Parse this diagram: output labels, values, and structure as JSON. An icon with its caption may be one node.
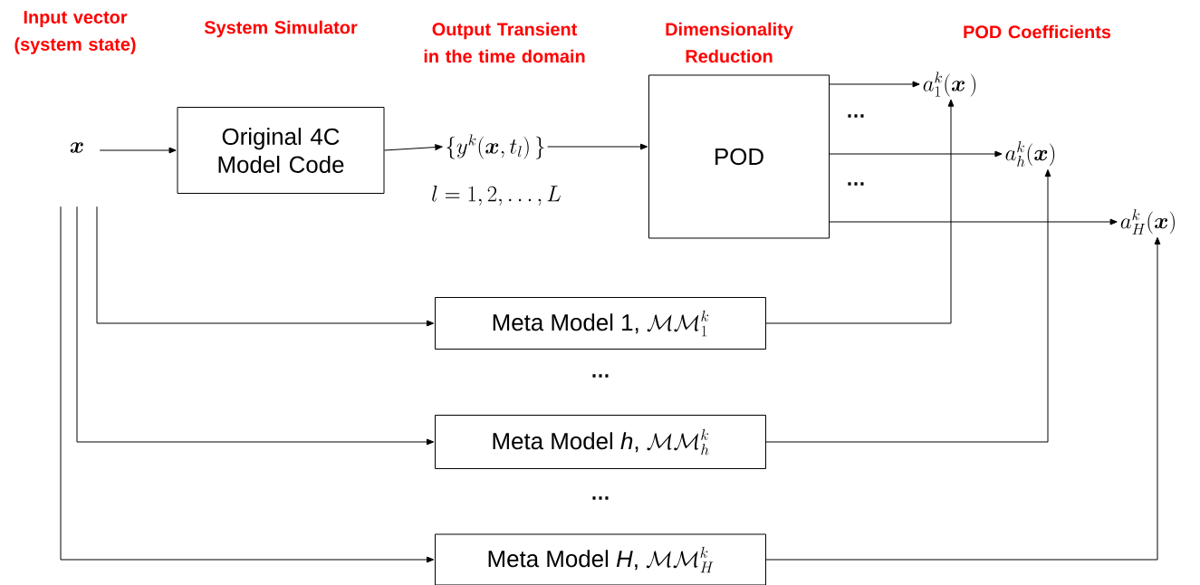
{
  "diagram": {
    "nodes": [
      {
        "text": [
          "\\boldsymbol{x}"
        ]
      },
      {
        "text": [
          "Original 4C Model Code"
        ]
      },
      {
        "text": [
          "\\{y^{k}(\\boldsymbol{x},t_{l})\\,\\}"
        ],
        "beside": [
          "l=1,2,\\ldots,L"
        ]
      },
      {
        "text": [
          "POD"
        ]
      },
      {
        "text": [
          "a_{1}^{k}(\\boldsymbol{x}\\,)"
        ]
      },
      {
        "text": [
          "a_{h}^{k}(\\boldsymbol{x})"
        ]
      },
      {
        "text": [
          "a_{H}^{k}(\\boldsymbol{x})"
        ]
      },
      {
        "text": [
          "\\text{Meta Model 1, }\\mathcal{MM}_{1}^{k}"
        ]
      },
      {
        "text": [
          "\\text{Meta Model }\\textit{h}\\text{, }\\mathcal{MM}_{h}^{k}"
        ]
      },
      {
        "text": [
          "\\text{Meta Model }\\textit{H}\\text{, }\\mathcal{MM}_{H}^{k}"
        ]
      }
    ],
    "edges": [
      {
        "from": 0,
        "to": 1,
        "arrow": "to"
      },
      {
        "from": 1,
        "to": 2,
        "arrow": "to"
      },
      {
        "from": 2,
        "to": 3,
        "arrow": "to"
      },
      {
        "from": 3,
        "to": 4,
        "arrow": "to"
      },
      {
        "from": 3,
        "to": 5,
        "arrow": "to"
      },
      {
        "from": 3,
        "to": 6,
        "arrow": "to"
      },
      {
        "from": 0,
        "to": 7,
        "arrow": "to"
      },
      {
        "from": 0,
        "to": 8,
        "arrow": "to"
      },
      {
        "from": 0,
        "to": 9,
        "arrow": "to"
      },
      {
        "from": 7,
        "to": 4,
        "arrow": "to"
      },
      {
        "from": 8,
        "to": 5,
        "arrow": "to"
      },
      {
        "from": 9,
        "to": 6,
        "arrow": "to"
      }
    ],
    "labels": [
      "Input vector (system state)",
      "System Simulator",
      "Output Transient in the time domain",
      "Dimensionality Reduction",
      "POD Coefficients",
      "…",
      "…",
      "…",
      "…"
    ]
  }
}
